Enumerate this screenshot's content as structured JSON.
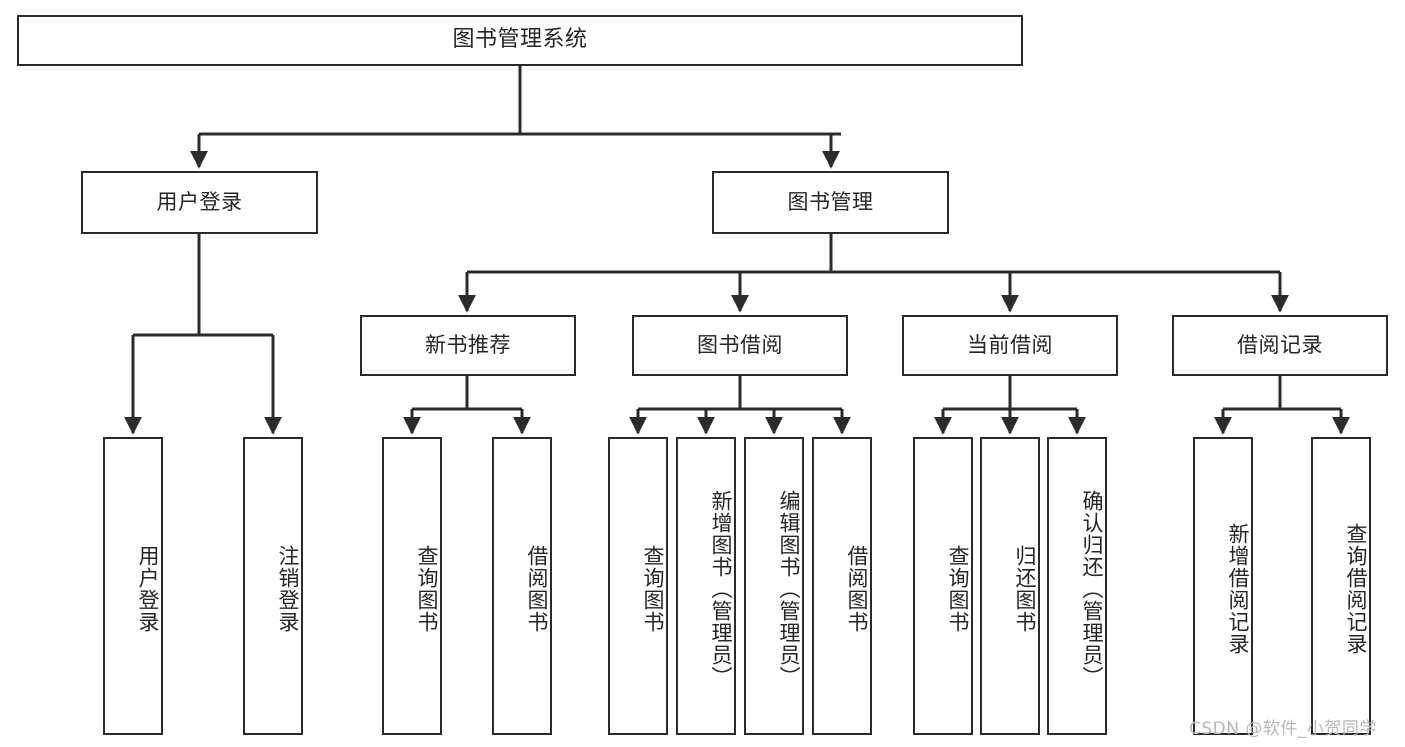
{
  "diagram": {
    "type": "tree-hierarchy",
    "title": "图书管理系统",
    "watermark": "CSDN @软件_小贺同学",
    "colors": {
      "box_border": "#2b2b2b",
      "box_fill": "#ffffff",
      "connector": "#2b2b2b",
      "text": "#262626",
      "watermark": "#b8b8b8"
    },
    "root": {
      "label": "图书管理系统"
    },
    "level2": [
      {
        "label": "用户登录"
      },
      {
        "label": "图书管理"
      }
    ],
    "level3": [
      {
        "label": "新书推荐"
      },
      {
        "label": "图书借阅"
      },
      {
        "label": "当前借阅"
      },
      {
        "label": "借阅记录"
      }
    ],
    "leaves": {
      "user_login": [
        {
          "label": "用户登录"
        },
        {
          "label": "注销登录"
        }
      ],
      "new_book_recommend": [
        {
          "label": "查询图书"
        },
        {
          "label": "借阅图书"
        }
      ],
      "book_borrow": [
        {
          "label": "查询图书"
        },
        {
          "label": "新增图书（管理员）"
        },
        {
          "label": "编辑图书（管理员）"
        },
        {
          "label": "借阅图书"
        }
      ],
      "current_borrow": [
        {
          "label": "查询图书"
        },
        {
          "label": "归还图书"
        },
        {
          "label": "确认归还（管理员）"
        }
      ],
      "borrow_record": [
        {
          "label": "新增借阅记录"
        },
        {
          "label": "查询借阅记录"
        }
      ]
    }
  }
}
